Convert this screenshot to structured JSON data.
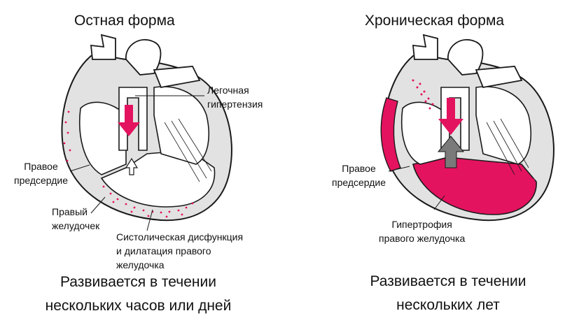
{
  "colors": {
    "accent": "#E4135F",
    "tissue": "#D9D9D9",
    "outline": "#1A1A1A",
    "gray_arrow": "#7A7A7A"
  },
  "acute": {
    "title": "Остная форма",
    "labels": {
      "pulmonary_hypertension": [
        "Легочная",
        "гипертензия"
      ],
      "right_atrium": [
        "Правое",
        "предсердие"
      ],
      "right_ventricle": [
        "Правый",
        "желудочек"
      ],
      "dysfunction": [
        "Систолическая дисфункция",
        "и дилатация правого",
        "желудочка"
      ]
    },
    "bottom": [
      "Развивается в течении",
      "нескольких часов или дней"
    ]
  },
  "chronic": {
    "title": "Хроническая форма",
    "labels": {
      "right_atrium": [
        "Правое",
        "предсердие"
      ],
      "hypertrophy": [
        "Гипертрофия",
        "правого желудочка"
      ]
    },
    "bottom": [
      "Развивается в течении",
      "нескольких лет"
    ]
  }
}
